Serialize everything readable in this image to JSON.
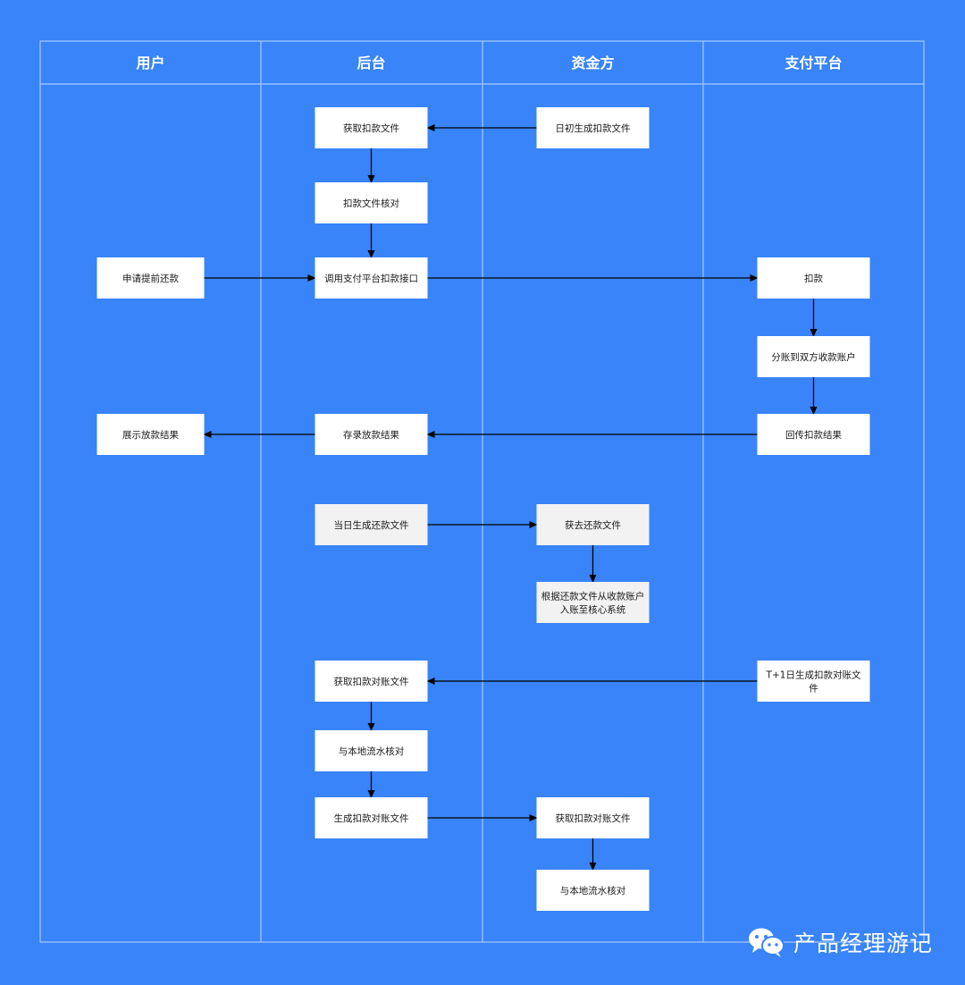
{
  "colors": {
    "background": "#3884f8",
    "lane_line": "#a9c9fb",
    "node_fill": "#ffffff",
    "node_fill_alt": "#f2f2f2",
    "arrow": "#000000",
    "header_text": "#ffffff"
  },
  "lanes": [
    {
      "id": "user",
      "label": "用户"
    },
    {
      "id": "backend",
      "label": "后台"
    },
    {
      "id": "funder",
      "label": "资金方"
    },
    {
      "id": "payment",
      "label": "支付平台"
    }
  ],
  "nodes": [
    {
      "id": "n1",
      "lane": "backend",
      "label": "获取扣款文件"
    },
    {
      "id": "n2",
      "lane": "funder",
      "label": "日初生成扣款文件"
    },
    {
      "id": "n3",
      "lane": "backend",
      "label": "扣款文件核对"
    },
    {
      "id": "n4",
      "lane": "user",
      "label": "申请提前还款"
    },
    {
      "id": "n5",
      "lane": "backend",
      "label": "调用支付平台扣款接口"
    },
    {
      "id": "n6",
      "lane": "payment",
      "label": "扣款"
    },
    {
      "id": "n7",
      "lane": "payment",
      "label": "分账到双方收款账户"
    },
    {
      "id": "n8",
      "lane": "user",
      "label": "展示放款结果"
    },
    {
      "id": "n9",
      "lane": "backend",
      "label": "存录放款结果"
    },
    {
      "id": "n10",
      "lane": "payment",
      "label": "回传扣款结果"
    },
    {
      "id": "n11",
      "lane": "backend",
      "label": "当日生成还款文件",
      "style": "alt"
    },
    {
      "id": "n12",
      "lane": "funder",
      "label": "获去还款文件",
      "style": "alt"
    },
    {
      "id": "n13",
      "lane": "funder",
      "label": "根据还款文件从收款账户入账至核心系统",
      "style": "alt"
    },
    {
      "id": "n14",
      "lane": "backend",
      "label": "获取扣款对账文件"
    },
    {
      "id": "n15",
      "lane": "payment",
      "label": "T+1日生成扣款对账文件"
    },
    {
      "id": "n16",
      "lane": "backend",
      "label": "与本地流水核对"
    },
    {
      "id": "n17",
      "lane": "backend",
      "label": "生成扣款对账文件"
    },
    {
      "id": "n18",
      "lane": "funder",
      "label": "获取扣款对账文件"
    },
    {
      "id": "n19",
      "lane": "funder",
      "label": "与本地流水核对"
    }
  ],
  "edges": [
    {
      "from": "n2",
      "to": "n1"
    },
    {
      "from": "n1",
      "to": "n3"
    },
    {
      "from": "n3",
      "to": "n5"
    },
    {
      "from": "n4",
      "to": "n5"
    },
    {
      "from": "n5",
      "to": "n6"
    },
    {
      "from": "n6",
      "to": "n7"
    },
    {
      "from": "n7",
      "to": "n10"
    },
    {
      "from": "n10",
      "to": "n9"
    },
    {
      "from": "n9",
      "to": "n8"
    },
    {
      "from": "n11",
      "to": "n12"
    },
    {
      "from": "n12",
      "to": "n13"
    },
    {
      "from": "n15",
      "to": "n14"
    },
    {
      "from": "n14",
      "to": "n16"
    },
    {
      "from": "n16",
      "to": "n17"
    },
    {
      "from": "n17",
      "to": "n18"
    },
    {
      "from": "n18",
      "to": "n19"
    }
  ],
  "watermark": {
    "text": "产品经理游记",
    "icon": "wechat-icon"
  }
}
